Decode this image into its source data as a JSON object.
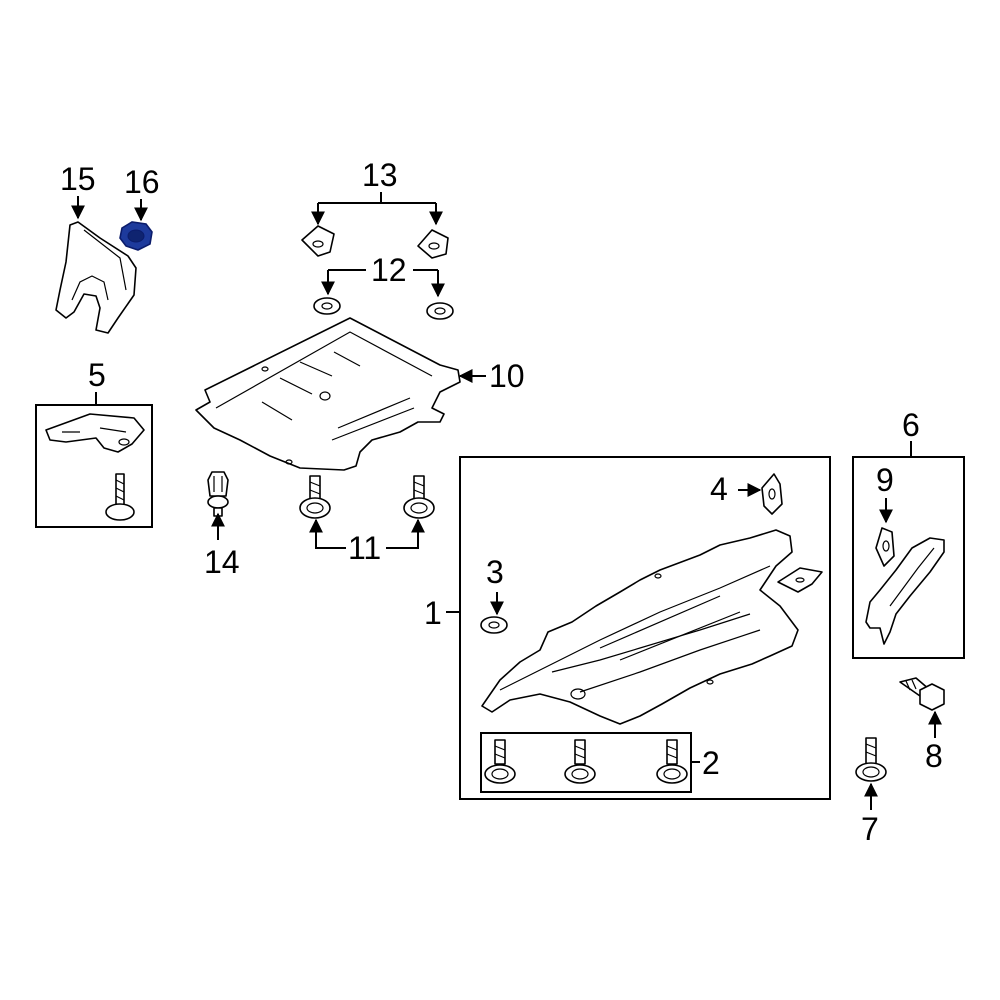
{
  "callouts": {
    "c1": "1",
    "c2": "2",
    "c3": "3",
    "c4": "4",
    "c5": "5",
    "c6": "6",
    "c7": "7",
    "c8": "8",
    "c9": "9",
    "c10": "10",
    "c11": "11",
    "c12": "12",
    "c13": "13",
    "c14": "14",
    "c15": "15",
    "c16": "16"
  },
  "colors": {
    "highlight_part": "#1d3a9c",
    "line": "#000000",
    "background": "#ffffff"
  }
}
